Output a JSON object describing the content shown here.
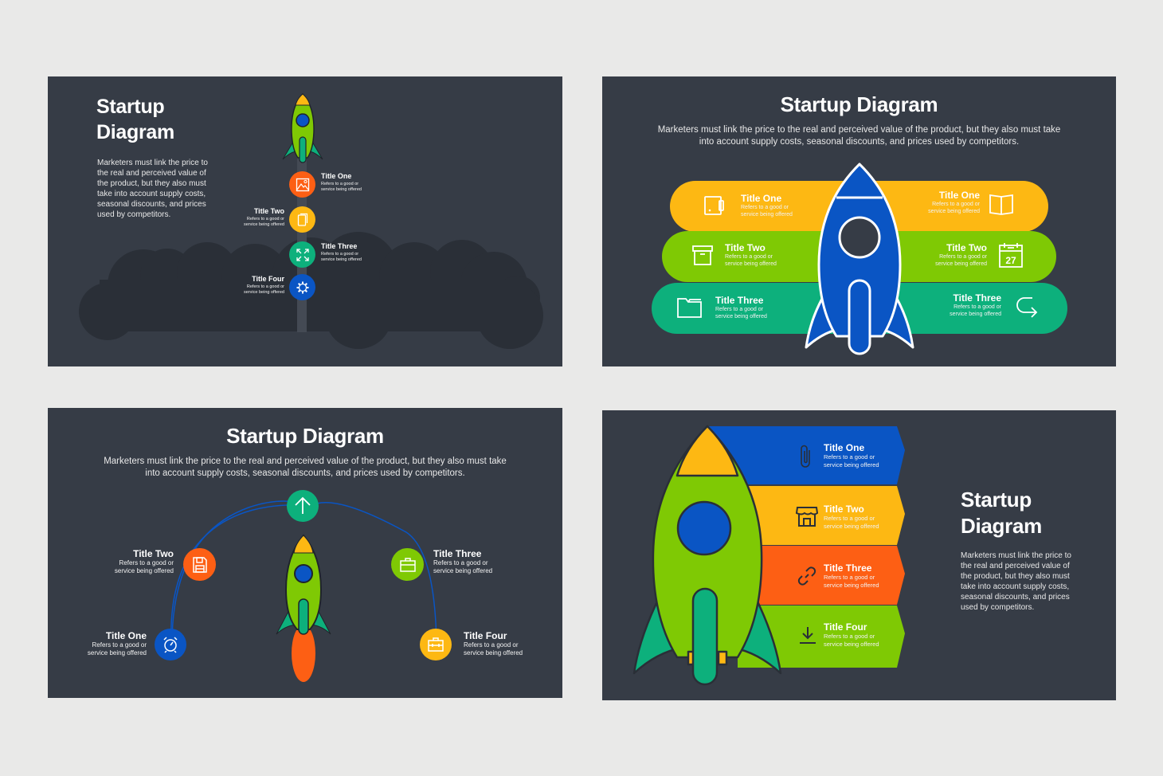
{
  "colors": {
    "page_bg": "#e9e9e8",
    "slide_bg": "#363c46",
    "smoke": "#2a2f37",
    "orange": "#fd5f14",
    "yellow": "#fdb813",
    "teal": "#0db07c",
    "green": "#7fc904",
    "blue": "#0a55c4",
    "arc": "#0a55c4",
    "text": "#ffffff"
  },
  "slides": [
    {
      "id": "slide-1",
      "layout": "vertical-timeline",
      "title_line1": "Startup",
      "title_line2": "Diagram",
      "body_lines": [
        "Marketers must link the price to",
        "the real and perceived value of",
        "the product, but they also must",
        "take into account supply costs,",
        "seasonal discounts, and prices",
        "used by competitors."
      ],
      "items": [
        {
          "title": "Title One",
          "desc1": "Refers to a good or",
          "desc2": "service being offered",
          "color": "#fd5f14",
          "icon": "image-icon",
          "side": "right"
        },
        {
          "title": "Title Two",
          "desc1": "Refers to a good or",
          "desc2": "service being offered",
          "color": "#fdb813",
          "icon": "mobile-icon",
          "side": "left"
        },
        {
          "title": "Title Three",
          "desc1": "Refers to a good or",
          "desc2": "service being offered",
          "color": "#0db07c",
          "icon": "expand-icon",
          "side": "right"
        },
        {
          "title": "Title Four",
          "desc1": "Refers to a good or",
          "desc2": "service being offered",
          "color": "#0a55c4",
          "icon": "gear-icon",
          "side": "left"
        }
      ]
    },
    {
      "id": "slide-2",
      "layout": "pill-bands",
      "title": "Startup Diagram",
      "body_line1": "Marketers must link the price to the real and perceived value of the product, but they also must take",
      "body_line2": "into account supply costs, seasonal discounts, and prices used by competitors.",
      "left_items": [
        {
          "title": "Title One",
          "desc1": "Refers to a good or",
          "desc2": "service being offered",
          "color": "#fdb813",
          "icon": "wallet-icon"
        },
        {
          "title": "Title Two",
          "desc1": "Refers to a good or",
          "desc2": "service being offered",
          "color": "#7fc904",
          "icon": "box-icon"
        },
        {
          "title": "Title Three",
          "desc1": "Refers to a good or",
          "desc2": "service being offered",
          "color": "#0db07c",
          "icon": "folder-icon"
        }
      ],
      "right_items": [
        {
          "title": "Title One",
          "desc1": "Refers to a good or",
          "desc2": "service being offered",
          "color": "#fdb813",
          "icon": "book-icon"
        },
        {
          "title": "Title Two",
          "desc1": "Refers to a good or",
          "desc2": "service being offered",
          "color": "#7fc904",
          "icon": "calendar-icon",
          "icon_text": "27"
        },
        {
          "title": "Title Three",
          "desc1": "Refers to a good or",
          "desc2": "service being offered",
          "color": "#0db07c",
          "icon": "redirect-arrow-icon"
        }
      ]
    },
    {
      "id": "slide-3",
      "layout": "arc",
      "title": "Startup Diagram",
      "body_line1": "Marketers must link the price to the real and perceived value of the product, but they also must take",
      "body_line2": "into account supply costs, seasonal discounts, and prices used by competitors.",
      "top_node": {
        "color": "#0db07c",
        "icon": "arrow-up-icon"
      },
      "items": [
        {
          "title": "Title One",
          "desc1": "Refers to a good or",
          "desc2": "service being offered",
          "color": "#0a55c4",
          "icon": "alarm-clock-icon",
          "side": "left"
        },
        {
          "title": "Title Two",
          "desc1": "Refers to a good or",
          "desc2": "service being offered",
          "color": "#fd5f14",
          "icon": "floppy-disk-icon",
          "side": "left"
        },
        {
          "title": "Title Three",
          "desc1": "Refers to a good or",
          "desc2": "service being offered",
          "color": "#7fc904",
          "icon": "briefcase-icon",
          "side": "right"
        },
        {
          "title": "Title Four",
          "desc1": "Refers to a good or",
          "desc2": "service being offered",
          "color": "#fdb813",
          "icon": "toolbox-icon",
          "side": "right"
        }
      ]
    },
    {
      "id": "slide-4",
      "layout": "arrow-banners",
      "title_line1": "Startup",
      "title_line2": "Diagram",
      "body_lines": [
        "Marketers must link the price to",
        "the real and perceived value of",
        "the product, but they also must",
        "take into account supply costs,",
        "seasonal discounts, and prices",
        "used by competitors."
      ],
      "items": [
        {
          "title": "Title One",
          "desc1": "Refers to a good or",
          "desc2": "service being offered",
          "color": "#0a55c4",
          "icon": "paperclip-icon"
        },
        {
          "title": "Title Two",
          "desc1": "Refers to a good or",
          "desc2": "service being offered",
          "color": "#fdb813",
          "icon": "store-icon"
        },
        {
          "title": "Title Three",
          "desc1": "Refers to a good or",
          "desc2": "service being offered",
          "color": "#fd5f14",
          "icon": "link-icon"
        },
        {
          "title": "Title Four",
          "desc1": "Refers to a good or",
          "desc2": "service being offered",
          "color": "#7fc904",
          "icon": "download-icon"
        }
      ]
    }
  ]
}
